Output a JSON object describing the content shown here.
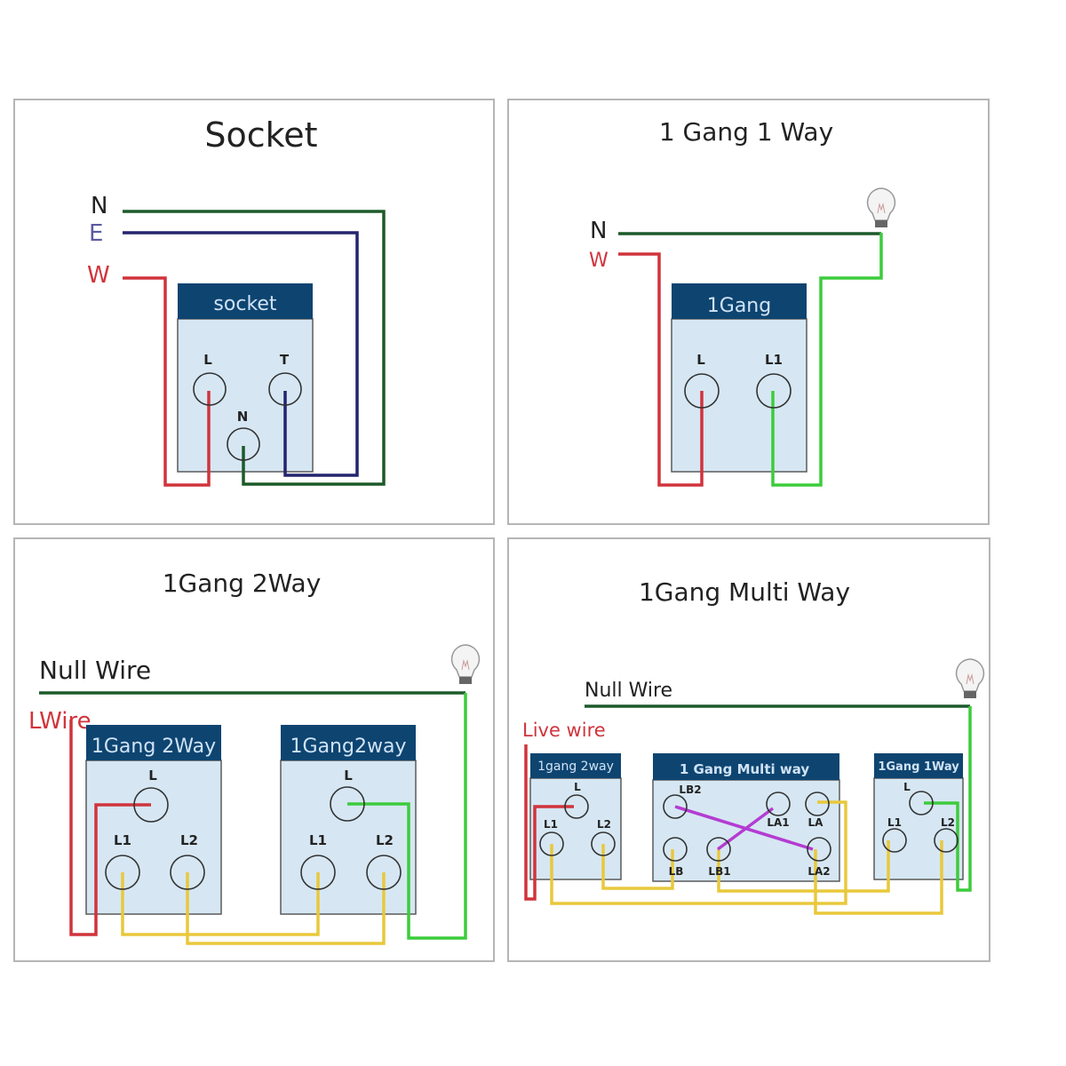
{
  "colors": {
    "live": "#d0343c",
    "neutral": "#1d5a2a",
    "earth": "#24246e",
    "load": "#3ccc3c",
    "traveller": "#e8c83c",
    "bridge": "#b43cd2",
    "header": "#0e4470"
  },
  "socket": {
    "title": "Socket",
    "labels": {
      "n": "N",
      "e": "E",
      "w": "W"
    },
    "box": "socket",
    "terminals": {
      "l": "L",
      "t": "T",
      "n": "N"
    }
  },
  "one_gang_one_way": {
    "title": "1 Gang 1 Way",
    "labels": {
      "n": "N",
      "w": "W"
    },
    "box": "1Gang",
    "terminals": {
      "l": "L",
      "l1": "L1"
    },
    "icon": "light-bulb-icon"
  },
  "one_gang_two_way": {
    "title": "1Gang 2Way",
    "null_wire": "Null Wire",
    "live_wire": "LWire",
    "boxes": [
      {
        "title": "1Gang 2Way",
        "terminals": {
          "l": "L",
          "l1": "L1",
          "l2": "L2"
        }
      },
      {
        "title": "1Gang2way",
        "terminals": {
          "l": "L",
          "l1": "L1",
          "l2": "L2"
        }
      }
    ]
  },
  "one_gang_multi_way": {
    "title": "1Gang Multi Way",
    "null_wire": "Null Wire",
    "live_wire": "Live wire",
    "boxes": [
      {
        "title": "1gang 2way",
        "terminals": {
          "l": "L",
          "l1": "L1",
          "l2": "L2"
        }
      },
      {
        "title": "1 Gang Multi way",
        "terminals": {
          "lb2": "LB2",
          "la1": "LA1",
          "la": "LA",
          "lb": "LB",
          "lb1": "LB1",
          "la2": "LA2"
        }
      },
      {
        "title": "1Gang 1Way",
        "terminals": {
          "l": "L",
          "l1": "L1",
          "l2": "L2"
        }
      }
    ]
  }
}
